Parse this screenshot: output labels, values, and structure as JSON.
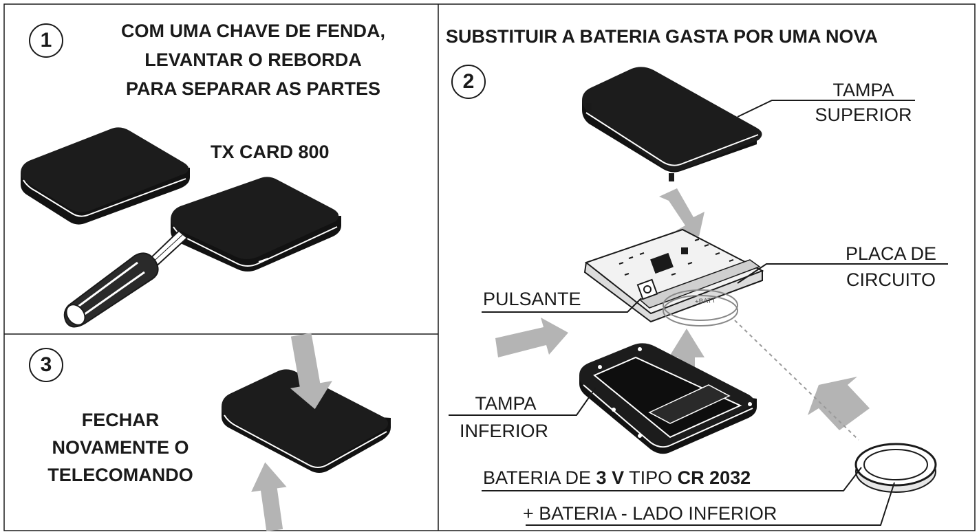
{
  "steps": {
    "step1": {
      "number": "1",
      "instruction_lines": [
        "COM UMA CHAVE DE FENDA,",
        "LEVANTAR O REBORDA",
        "PARA SEPARAR AS PARTES"
      ],
      "product_name": "TX CARD 800"
    },
    "step2": {
      "heading": "SUBSTITUIR A BATERIA GASTA POR UMA NOVA",
      "number": "2",
      "labels": {
        "top_cover_line1": "TAMPA",
        "top_cover_line2": "SUPERIOR",
        "circuit_line1": "PLACA DE",
        "circuit_line2": "CIRCUITO",
        "button": "PULSANTE",
        "bottom_cover_line1": "TAMPA",
        "bottom_cover_line2": "INFERIOR",
        "battery_prefix": "BATERIA DE ",
        "battery_voltage": "3 V",
        "battery_mid": " TIPO ",
        "battery_type": "CR 2032",
        "battery_side": "+ BATERIA - LADO INFERIOR",
        "pcb_batt_mark": "+BATT"
      }
    },
    "step3": {
      "number": "3",
      "instruction_lines": [
        "FECHAR",
        "NOVAMENTE O",
        "TELECOMANDO"
      ]
    }
  },
  "colors": {
    "ink": "#1a1a1a",
    "card_fill": "#1c1c1c",
    "arrow_fill": "#b4b4b4",
    "pcb_fill": "#f2f2f2"
  }
}
